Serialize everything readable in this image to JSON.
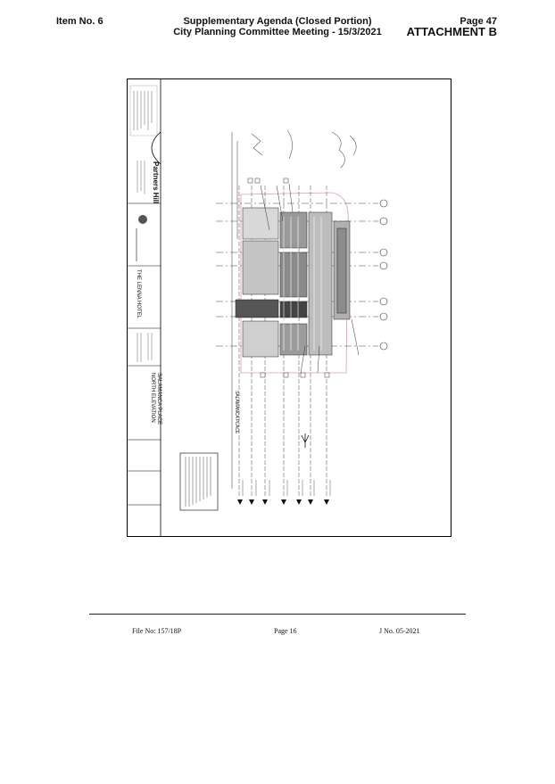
{
  "header": {
    "item_no": "Item No. 6",
    "agenda_line1": "Supplementary Agenda (Closed Portion)",
    "agenda_line2": "City Planning Committee Meeting - 15/3/2021",
    "page": "Page 47",
    "attachment": "ATTACHMENT B"
  },
  "drawing": {
    "firm": "Partners Hill",
    "project": "THE LENNA HOTEL",
    "sheet_title_1": "NORTH ELEVATION",
    "sheet_title_2": "SALAMANCA PLACE",
    "street_label": "SALAMANCA PLACE"
  },
  "footer": {
    "file_no": "File No: 157/18P",
    "page": "Page 16",
    "j_no": "J No. 05-2021"
  }
}
